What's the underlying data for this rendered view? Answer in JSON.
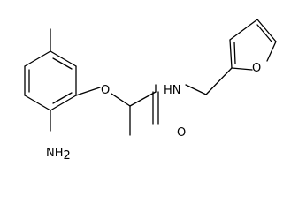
{
  "molecule": {
    "atom_labels": {
      "oxygen_ether": "O",
      "oxygen_furan": "O",
      "oxygen_carbonyl": "O",
      "amide_nh": "HN",
      "amine_main": "NH",
      "amine_subscript": "2"
    }
  },
  "colors": {
    "bond": "#000000",
    "text": "#000000",
    "background": "#ffffff"
  }
}
